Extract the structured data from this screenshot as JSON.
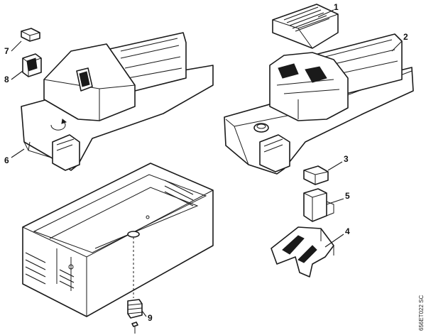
{
  "callouts": {
    "c1": "1",
    "c2": "2",
    "c3": "3",
    "c4": "4",
    "c5": "5",
    "c6": "6",
    "c7": "7",
    "c8": "8",
    "c9": "9"
  },
  "drawing_code": "656ET022 SC"
}
